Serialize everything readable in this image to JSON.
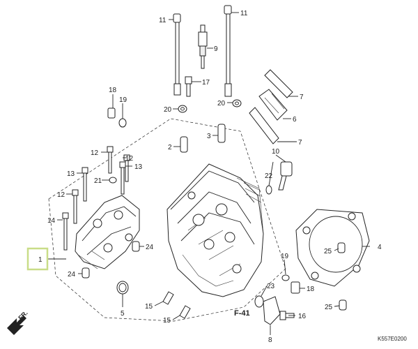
{
  "diagram": {
    "callouts": {
      "c1": "1",
      "c2": "2",
      "c3": "3",
      "c4": "4",
      "c5": "5",
      "c6": "6",
      "c7a": "7",
      "c7b": "7",
      "c8": "8",
      "c9": "9",
      "c10": "10",
      "c11a": "11",
      "c11b": "11",
      "c12a": "12",
      "c12b": "12",
      "c12c": "12",
      "c13a": "13",
      "c13b": "13",
      "c14": "14",
      "c15a": "15",
      "c15b": "15",
      "c16": "16",
      "c17": "17",
      "c18a": "18",
      "c18b": "18",
      "c19a": "19",
      "c19b": "19",
      "c20a": "20",
      "c20b": "20",
      "c21": "21",
      "c22": "22",
      "c23": "23",
      "c24a": "24",
      "c24b": "24",
      "c25a": "25",
      "c25b": "25"
    },
    "ref_label": "F-41",
    "front_label": "FR.",
    "figure_code": "K557E0200",
    "highlight_color": "#c9dd88",
    "line_color": "#222222"
  }
}
